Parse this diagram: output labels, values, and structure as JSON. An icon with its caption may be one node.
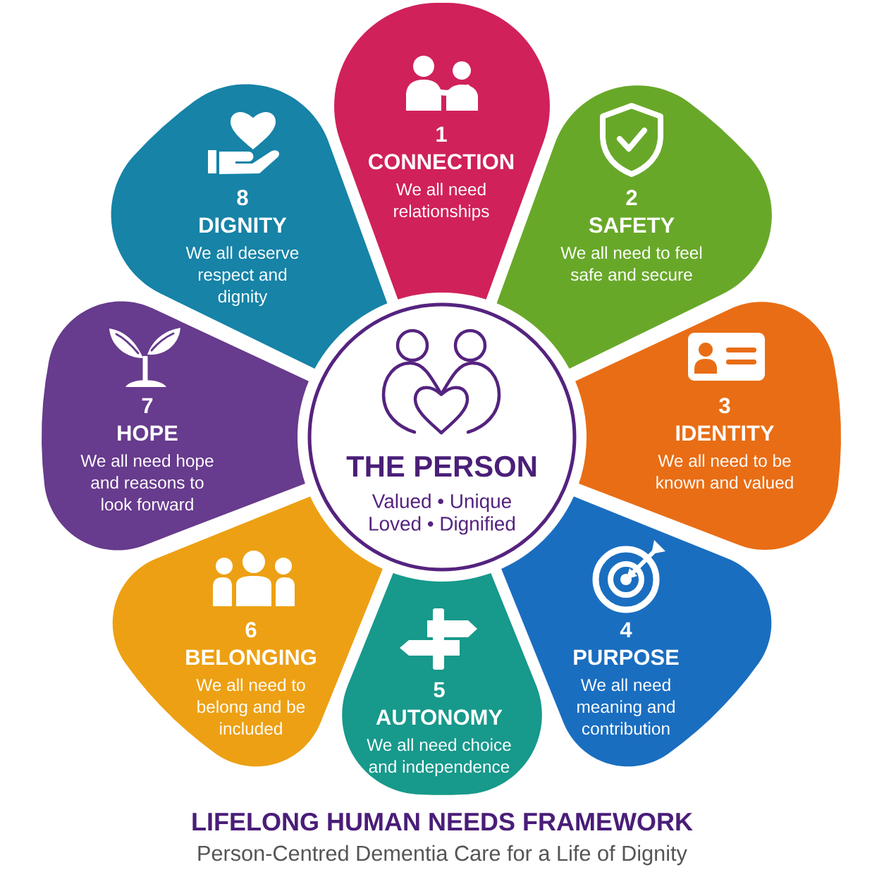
{
  "diagram": {
    "title": "LIFELONG HUMAN NEEDS FRAMEWORK",
    "caption": "Person-Centred Dementia Care for a Life of Dignity",
    "nodes": [
      {
        "text": [
          "THE PERSON",
          "Valued • Unique Loved • Dignified"
        ]
      },
      {
        "text": [
          "1",
          "CONNECTION",
          "We all need relationships"
        ]
      },
      {
        "text": [
          "2",
          "SAFETY",
          "We all need to feel safe and secure"
        ]
      },
      {
        "text": [
          "3",
          "IDENTITY",
          "We all need to be known and valued"
        ]
      },
      {
        "text": [
          "4",
          "PURPOSE",
          "We all need meaning and contribution"
        ]
      },
      {
        "text": [
          "5",
          "AUTONOMY",
          "We all need choice and independence"
        ]
      },
      {
        "text": [
          "6",
          "BELONGING",
          "We all need to belong and be included"
        ]
      },
      {
        "text": [
          "7",
          "HOPE",
          "We all need hope and reasons to look forward"
        ]
      },
      {
        "text": [
          "8",
          "DIGNITY",
          "We all deserve respect and dignity"
        ]
      }
    ]
  }
}
